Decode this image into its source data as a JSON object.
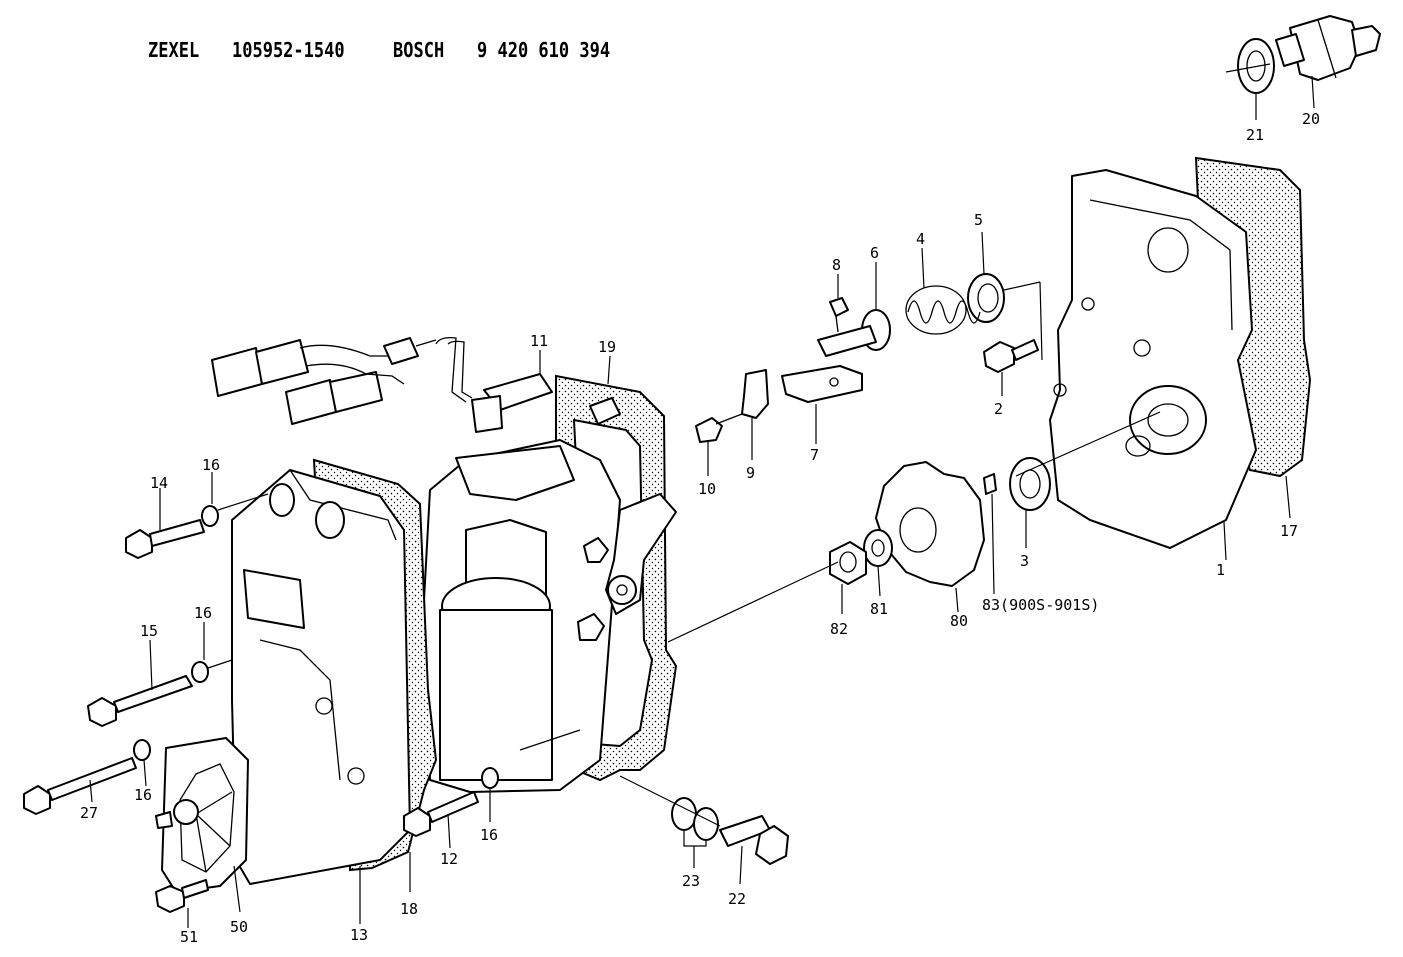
{
  "header": {
    "brand1": "ZEXEL",
    "part1": "105952-1540",
    "brand2": "BOSCH",
    "part2": "9 420 610 394"
  },
  "callouts": {
    "c1": "1",
    "c2": "2",
    "c3": "3",
    "c4": "4",
    "c5": "5",
    "c6": "6",
    "c7": "7",
    "c8": "8",
    "c9": "9",
    "c10": "10",
    "c11": "11",
    "c12": "12",
    "c13": "13",
    "c14": "14",
    "c15": "15",
    "c16a": "16",
    "c16b": "16",
    "c16c": "16",
    "c16d": "16",
    "c17": "17",
    "c18": "18",
    "c19": "19",
    "c20": "20",
    "c21": "21",
    "c22": "22",
    "c23": "23",
    "c27": "27",
    "c50": "50",
    "c51": "51",
    "c80": "80",
    "c81": "81",
    "c82": "82",
    "c83": "83(900S-901S)"
  }
}
